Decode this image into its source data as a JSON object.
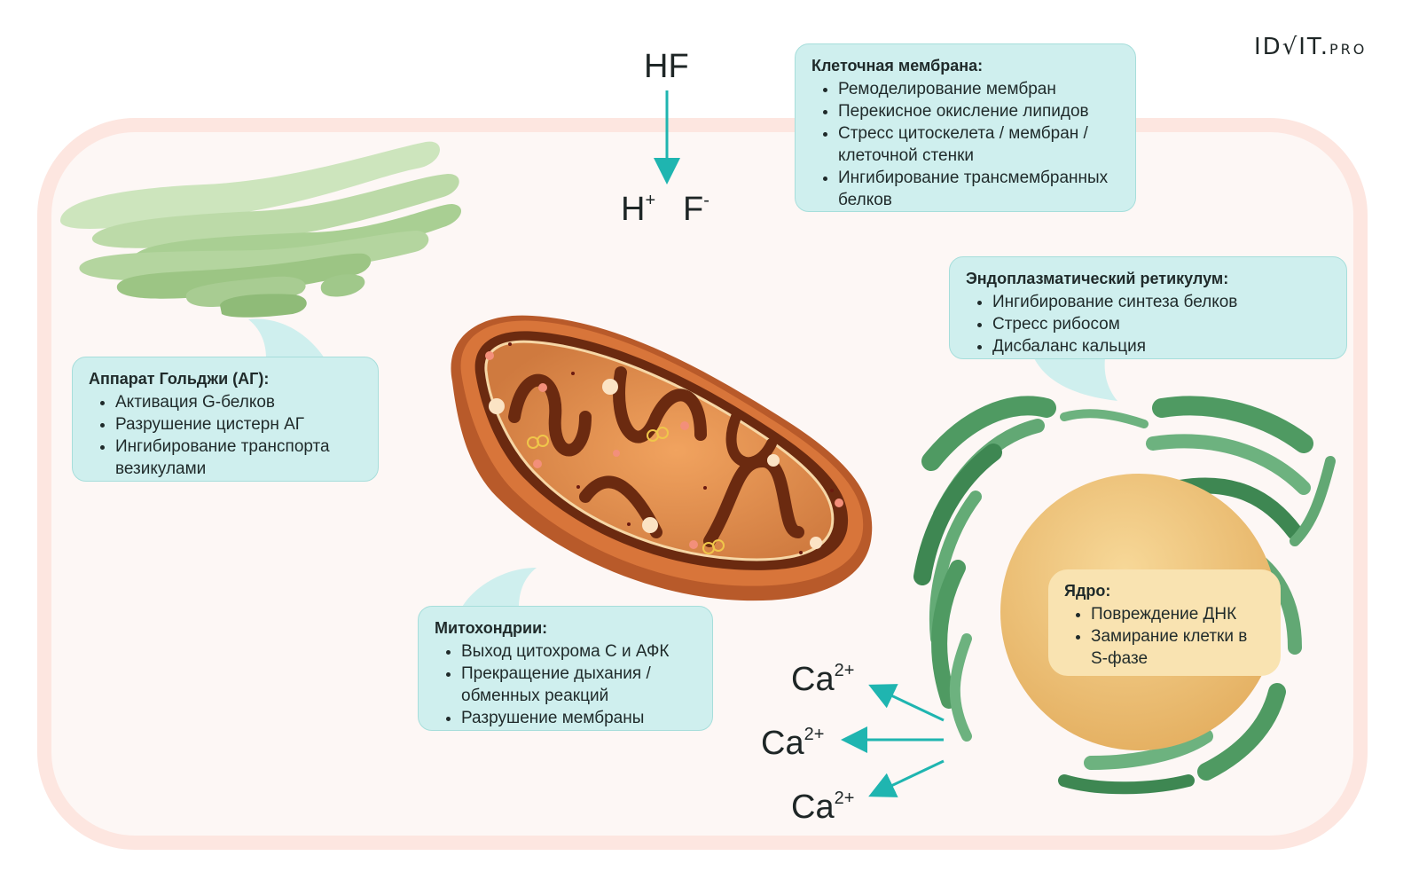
{
  "logo": {
    "main": "ID√IT.",
    "suffix": "PRO"
  },
  "reaction": {
    "reactant": "HF",
    "product_1": "H",
    "product_1_charge": "+",
    "product_2": "F",
    "product_2_charge": "-"
  },
  "calcium_ions": [
    {
      "symbol": "Ca",
      "charge": "2+"
    },
    {
      "symbol": "Ca",
      "charge": "2+"
    },
    {
      "symbol": "Ca",
      "charge": "2+"
    }
  ],
  "boxes": {
    "membrane": {
      "title": "Клеточная мембрана:",
      "items": [
        "Ремоделирование мембран",
        "Перекисное окисление липидов",
        "Стресс цитоскелета / мембран / клеточной стенки",
        "Ингибирование трансмембранных белков"
      ]
    },
    "golgi": {
      "title": "Аппарат Гольджи (АГ):",
      "items": [
        "Активация G-белков",
        "Разрушение цистерн АГ",
        "Ингибирование транспорта везикулами"
      ]
    },
    "er": {
      "title": "Эндоплазматический ретикулум:",
      "items": [
        "Ингибирование синтеза белков",
        "Стресс рибосом",
        "Дисбаланс кальция"
      ]
    },
    "mito": {
      "title": "Митохондрии:",
      "items": [
        "Выход цитохрома С и АФК",
        "Прекращение дыхания / обменных реакций",
        "Разрушение мембраны"
      ]
    },
    "nucleus": {
      "title": "Ядро:",
      "items": [
        "Повреждение ДНК",
        "Замирание клетки в S-фазе"
      ]
    }
  },
  "colors": {
    "accent_teal": "#1fb5b0",
    "box_fill": "#cfefee",
    "cell_border": "#fde6e0",
    "nucleus": "#f2c879",
    "mitochondria": "#c8612c",
    "golgi": "#b7d7a3",
    "er": "#4f9a62"
  }
}
